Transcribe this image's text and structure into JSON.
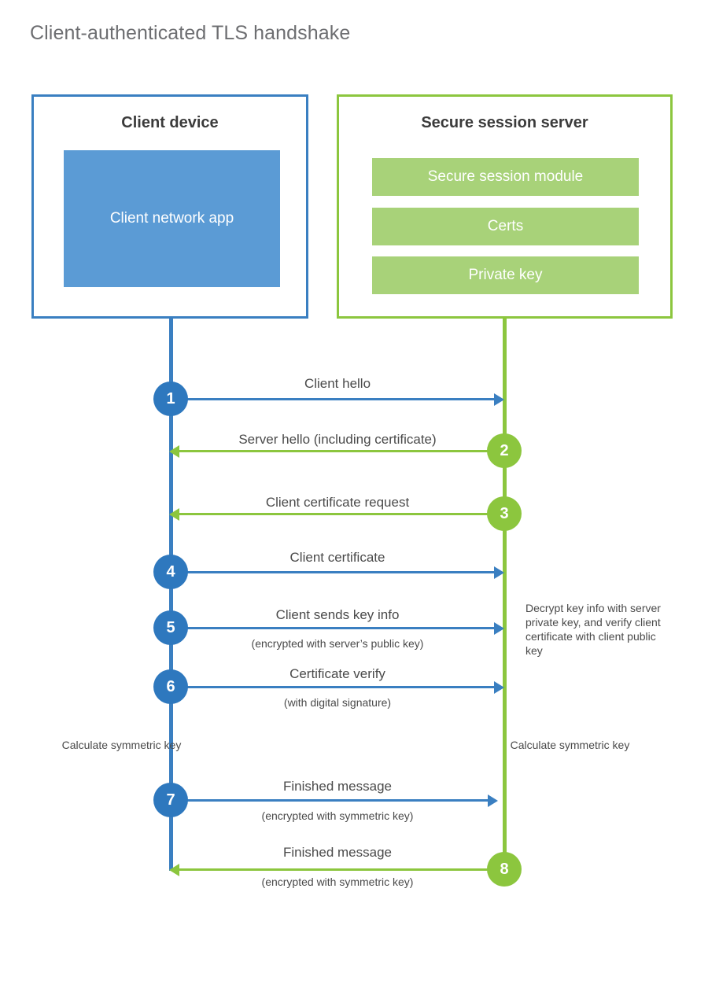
{
  "title": "Client-authenticated TLS handshake",
  "colors": {
    "blue_border": "#3a7fc1",
    "blue_circle": "#2e78be",
    "blue_fill": "#5b9bd5",
    "green_border": "#8cc63e",
    "green_circle": "#8cc63e",
    "green_fill": "#a8d279",
    "title_text": "#6d6e71",
    "body_text": "#4a4a4a"
  },
  "participants": {
    "client": {
      "title": "Client device",
      "component": "Client network app"
    },
    "server": {
      "title": "Secure session server",
      "components": [
        "Secure session module",
        "Certs",
        "Private key"
      ]
    }
  },
  "steps": [
    {
      "number": "1",
      "label": "Client hello",
      "sublabel": "",
      "direction": "client-to-server",
      "color": "blue"
    },
    {
      "number": "2",
      "label": "Server hello (including certificate)",
      "sublabel": "",
      "direction": "server-to-client",
      "color": "green"
    },
    {
      "number": "3",
      "label": "Client certificate request",
      "sublabel": "",
      "direction": "server-to-client",
      "color": "green"
    },
    {
      "number": "4",
      "label": "Client certificate",
      "sublabel": "",
      "direction": "client-to-server",
      "color": "blue"
    },
    {
      "number": "5",
      "label": "Client sends key info",
      "sublabel": "(encrypted with server’s public key)",
      "direction": "client-to-server",
      "color": "blue"
    },
    {
      "number": "6",
      "label": "Certificate verify",
      "sublabel": "(with digital signature)",
      "direction": "client-to-server",
      "color": "blue"
    },
    {
      "number": "7",
      "label": "Finished message",
      "sublabel": "(encrypted with symmetric key)",
      "direction": "client-to-server",
      "color": "blue"
    },
    {
      "number": "8",
      "label": "Finished message",
      "sublabel": "(encrypted with symmetric key)",
      "direction": "server-to-client",
      "color": "green"
    }
  ],
  "annotations": {
    "server_decrypt": "Decrypt key info with server private key, and verify client certificate with client public key",
    "client_calculate": "Calculate symmetric key",
    "server_calculate": "Calculate symmetric key"
  }
}
